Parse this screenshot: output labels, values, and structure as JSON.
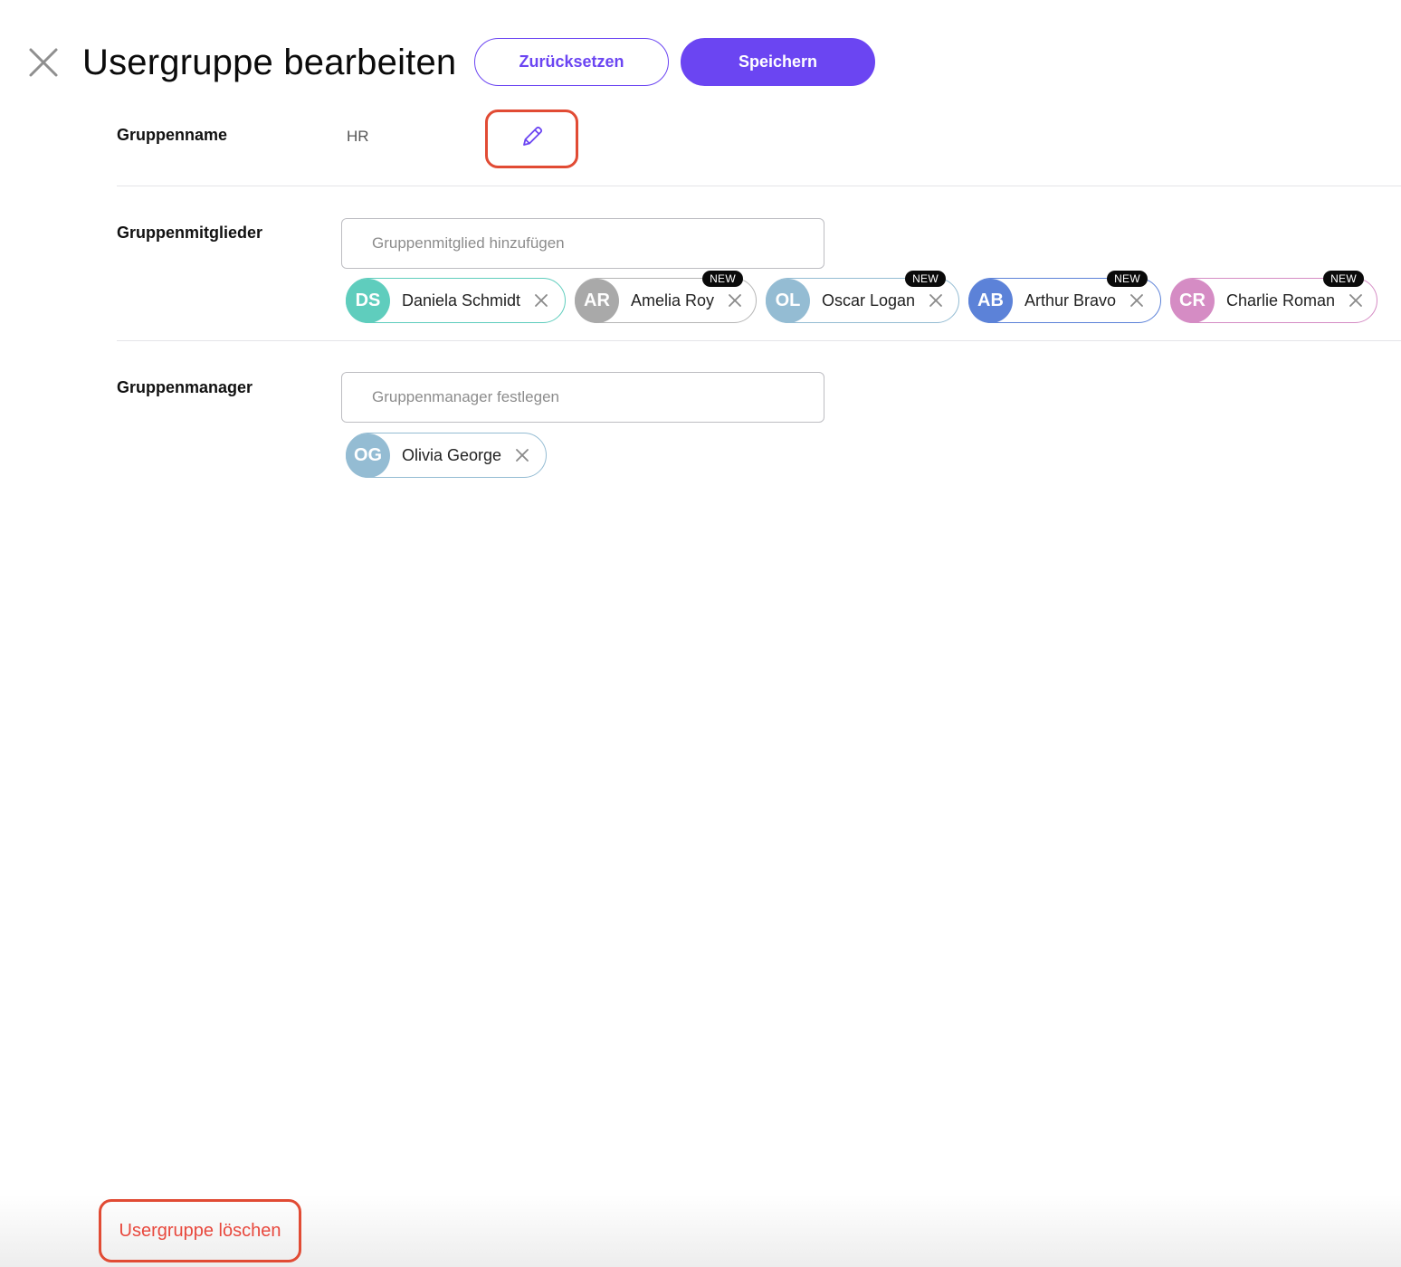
{
  "header": {
    "title": "Usergruppe bearbeiten",
    "reset_label": "Zurücksetzen",
    "save_label": "Speichern"
  },
  "group_name": {
    "label": "Gruppenname",
    "value": "HR"
  },
  "members": {
    "label": "Gruppenmitglieder",
    "placeholder": "Gruppenmitglied hinzufügen",
    "badge_label": "NEW",
    "items": [
      {
        "initials": "DS",
        "name": "Daniela Schmidt",
        "color": "#5fcdbd",
        "is_new": false
      },
      {
        "initials": "AR",
        "name": "Amelia Roy",
        "color": "#a9a9a9",
        "is_new": true
      },
      {
        "initials": "OL",
        "name": "Oscar Logan",
        "color": "#94bcd3",
        "is_new": true
      },
      {
        "initials": "AB",
        "name": "Arthur Bravo",
        "color": "#5c82d8",
        "is_new": true
      },
      {
        "initials": "CR",
        "name": "Charlie Roman",
        "color": "#d58cc4",
        "is_new": true
      }
    ]
  },
  "managers": {
    "label": "Gruppenmanager",
    "placeholder": "Gruppenmanager festlegen",
    "items": [
      {
        "initials": "OG",
        "name": "Olivia George",
        "color": "#94bcd3"
      }
    ]
  },
  "footer": {
    "delete_label": "Usergruppe löschen"
  },
  "colors": {
    "accent": "#6b45f2",
    "highlight": "#e14b34",
    "danger_text": "#e8483d"
  }
}
